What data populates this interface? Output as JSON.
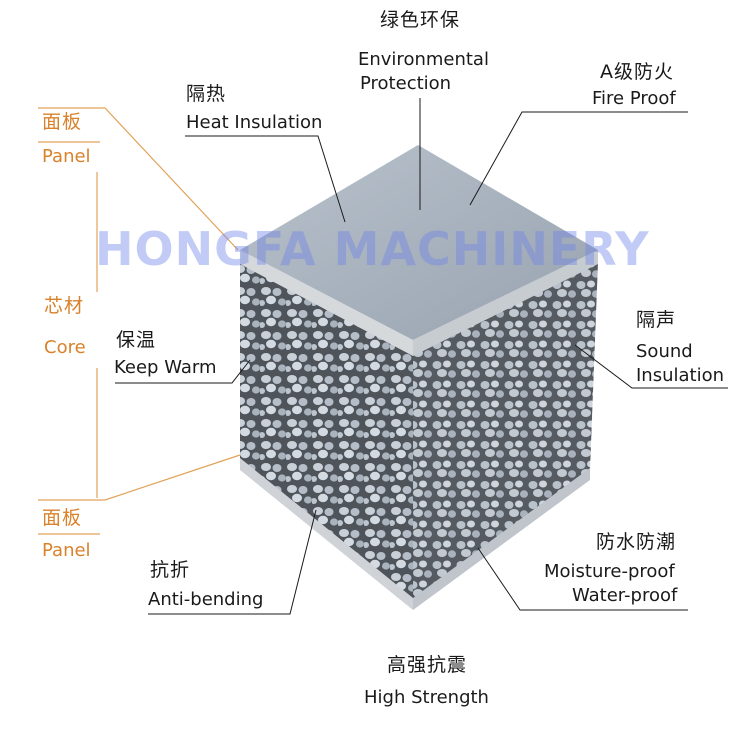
{
  "labels": {
    "environmental": {
      "cn": "绿色环保",
      "en1": "Environmental",
      "en2": "Protection"
    },
    "heat": {
      "cn": "隔热",
      "en": "Heat Insulation"
    },
    "fire": {
      "cn": "A级防火",
      "en": "Fire Proof"
    },
    "panel_top": {
      "cn": "面板",
      "en": "Panel"
    },
    "core": {
      "cn": "芯材",
      "en": "Core"
    },
    "keep_warm": {
      "cn": "保温",
      "en": "Keep Warm"
    },
    "sound": {
      "cn": "隔声",
      "en1": "Sound",
      "en2": "Insulation"
    },
    "panel_bottom": {
      "cn": "面板",
      "en": "Panel"
    },
    "anti_bending": {
      "cn": "抗折",
      "en": "Anti-bending"
    },
    "moisture": {
      "cn": "防水防潮",
      "en1": "Moisture-proof",
      "en2": "Water-proof"
    },
    "strength": {
      "cn": "高强抗震",
      "en": "High Strength"
    }
  },
  "watermark": "HONGFA MACHINERY",
  "colors": {
    "accent_orange": "#d9822b",
    "panel_top": "#a9b4c1",
    "core": "#5d636b",
    "text": "#1a1a1a"
  }
}
